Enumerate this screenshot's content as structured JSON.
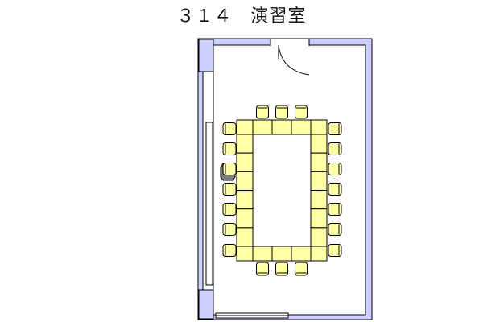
{
  "room": {
    "title": "３１４　演習室"
  },
  "colors": {
    "wall_fill": "#cccfff",
    "wall_stroke": "#000000",
    "floor": "#ffffff",
    "table_fill": "#ffffa6",
    "chair_fill": "#ffffa6",
    "podium_fill": "#7a7a7a",
    "line": "#000000"
  },
  "layout": {
    "top_chairs": 3,
    "bottom_chairs": 3,
    "left_chairs": 7,
    "right_chairs": 7,
    "podium_count": 1,
    "door_count": 1
  }
}
